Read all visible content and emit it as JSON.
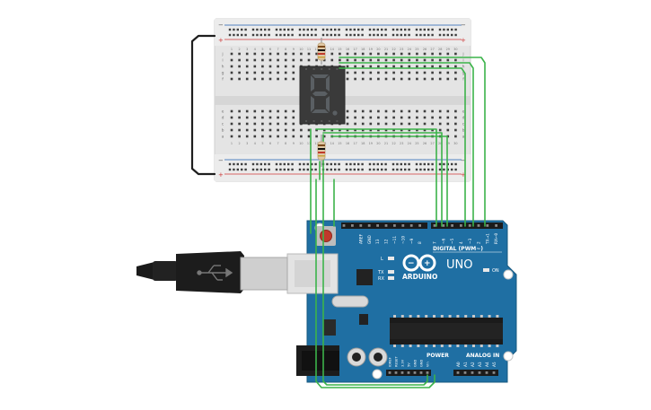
{
  "breadboard": {
    "rail_marks": [
      "+",
      "−"
    ],
    "row_letters_top": [
      "j",
      "i",
      "h",
      "g",
      "f"
    ],
    "row_letters_bottom": [
      "e",
      "d",
      "c",
      "b",
      "a"
    ],
    "column_numbers": [
      "1",
      "2",
      "3",
      "4",
      "5",
      "6",
      "7",
      "8",
      "9",
      "10",
      "11",
      "12",
      "13",
      "14",
      "15",
      "16",
      "17",
      "18",
      "19",
      "20",
      "21",
      "22",
      "23",
      "24",
      "25",
      "26",
      "27",
      "28",
      "29",
      "30"
    ]
  },
  "seven_segment": {
    "displayed_char": "8",
    "segment_color": "#5a5f63",
    "body_color": "#3a3a3a"
  },
  "resistors": {
    "count": 2,
    "body_color": "#e0c9a6"
  },
  "arduino": {
    "brand_label": "ARDUINO",
    "model_label": "UNO",
    "digital_label": "DIGITAL (PWM~)",
    "power_label": "POWER",
    "analog_label": "ANALOG IN",
    "on_label": "ON",
    "led_labels": [
      "L",
      "TX",
      "RX"
    ],
    "digital_pins": [
      "AREF",
      "GND",
      "13",
      "12",
      "~11",
      "~10",
      "~9",
      "8",
      "7",
      "~6",
      "~5",
      "4",
      "~3",
      "2",
      "TX→1",
      "RX←0"
    ],
    "power_pins": [
      "IOREF",
      "RESET",
      "3.3V",
      "5V",
      "GND",
      "GND",
      "Vin"
    ],
    "analog_pins": [
      "A0",
      "A1",
      "A2",
      "A3",
      "A4",
      "A5"
    ],
    "board_color": "#1f6fa3"
  },
  "wire_colors": {
    "signal": "#3cb34a",
    "ground": "#1e1e1e"
  }
}
